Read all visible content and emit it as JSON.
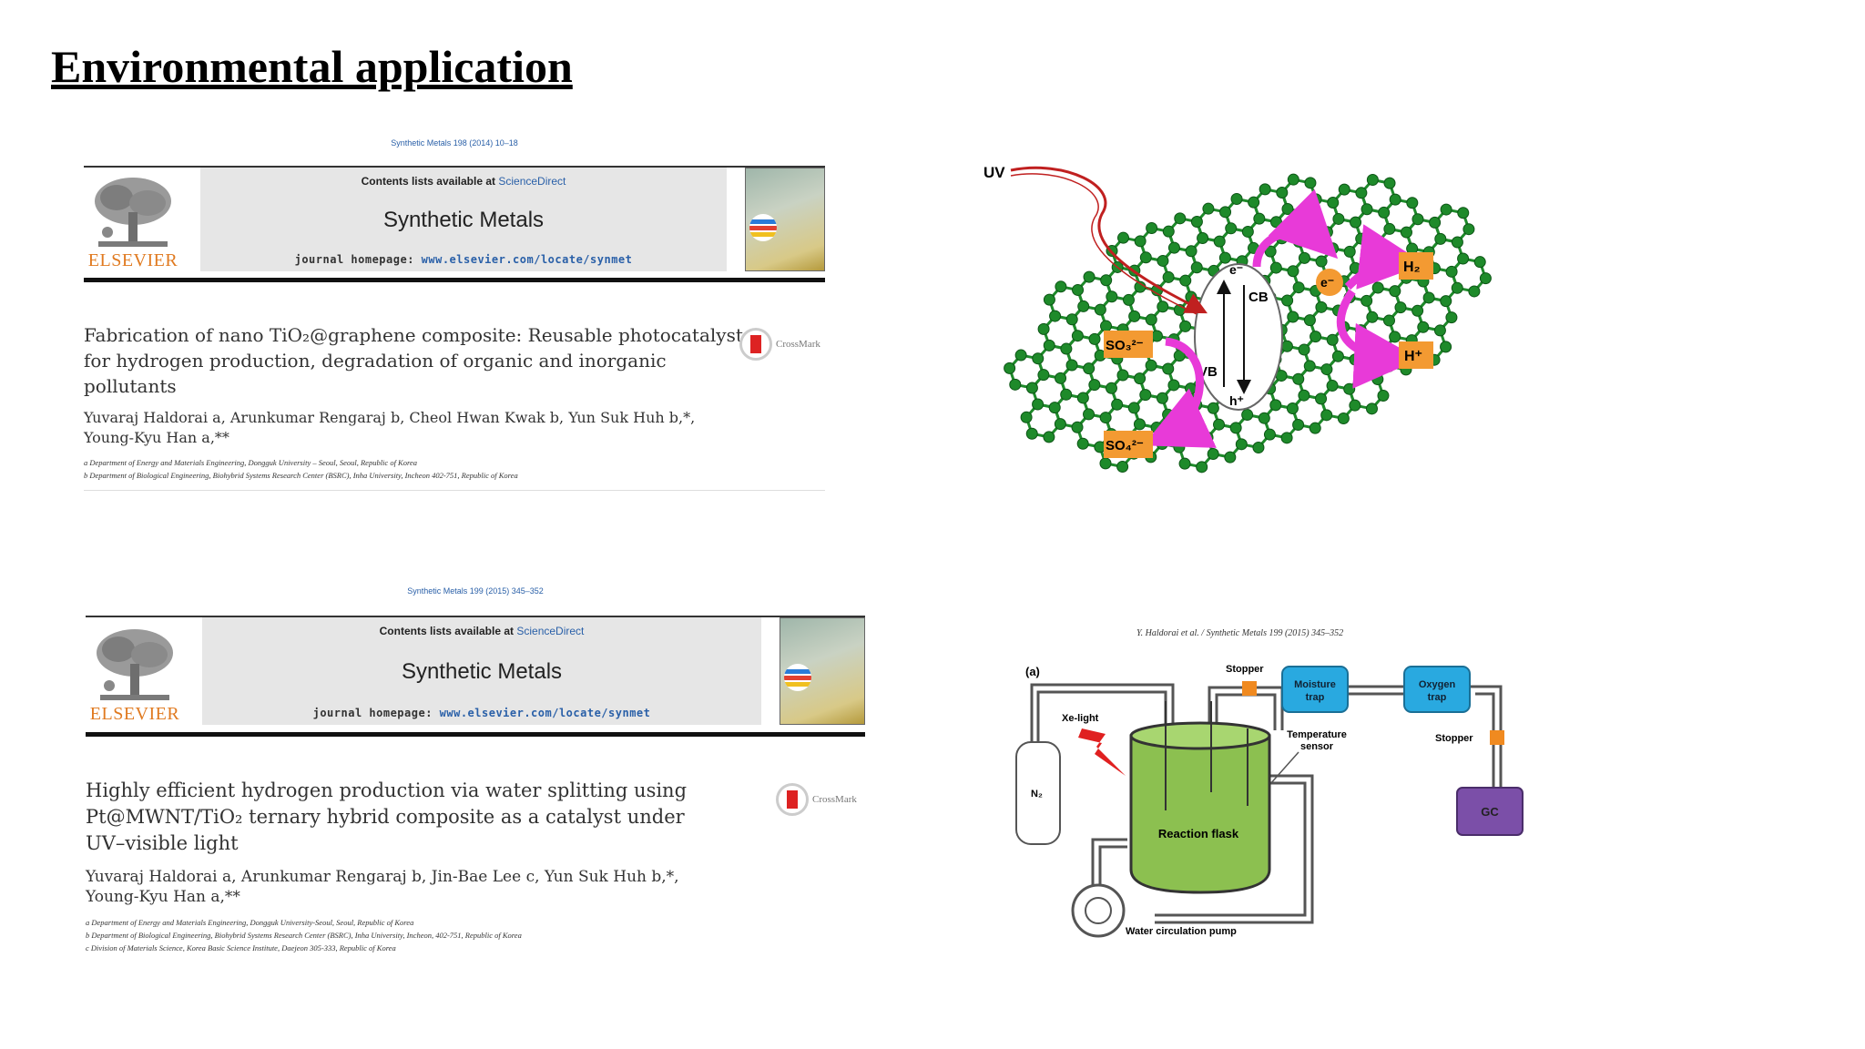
{
  "slide": {
    "title": "Environmental application"
  },
  "paper1": {
    "citation": "Synthetic Metals 198 (2014) 10–18",
    "contents_prefix": "Contents lists available at ",
    "contents_link": "ScienceDirect",
    "journal": "Synthetic Metals",
    "homepage_prefix": "journal homepage: ",
    "homepage_url": "www.elsevier.com/locate/synmet",
    "publisher": "ELSEVIER",
    "crossmark": "CrossMark",
    "title_lines": [
      "Fabrication of nano TiO₂@graphene composite: Reusable photocatalyst",
      "for hydrogen production, degradation of organic and inorganic",
      "pollutants"
    ],
    "authors_line1": "Yuvaraj Haldorai a, Arunkumar Rengaraj b, Cheol Hwan Kwak b, Yun Suk Huh b,*,",
    "authors_line2": "Young-Kyu Han a,**",
    "affiliations": [
      "a Department of Energy and Materials Engineering, Dongguk University – Seoul, Seoul, Republic of Korea",
      "b Department of Biological Engineering, Biohybrid Systems Research Center (BSRC), Inha University, Incheon 402-751, Republic of Korea"
    ]
  },
  "paper2": {
    "citation": "Synthetic Metals 199 (2015) 345–352",
    "contents_prefix": "Contents lists available at ",
    "contents_link": "ScienceDirect",
    "journal": "Synthetic Metals",
    "homepage_prefix": "journal homepage: ",
    "homepage_url": "www.elsevier.com/locate/synmet",
    "publisher": "ELSEVIER",
    "crossmark": "CrossMark",
    "title_lines": [
      "Highly efficient hydrogen production via water splitting using",
      "Pt@MWNT/TiO₂ ternary hybrid composite as a catalyst under",
      "UV–visible light"
    ],
    "authors_line1": "Yuvaraj Haldorai a, Arunkumar Rengaraj b, Jin-Bae Lee c, Yun Suk Huh b,*,",
    "authors_line2": "Young-Kyu Han a,**",
    "affiliations": [
      "a Department of Energy and Materials Engineering, Dongguk University-Seoul, Seoul, Republic of Korea",
      "b Department of Biological Engineering, Biohybrid Systems Research Center (BSRC), Inha University, Incheon, 402-751, Republic of Korea",
      "c Division of Materials Science, Korea Basic Science Institute, Daejeon 305-333, Republic of Korea"
    ]
  },
  "figure1": {
    "uv": "UV",
    "cb": "CB",
    "vb": "VB",
    "electron": "e⁻",
    "hole": "h⁺",
    "e_free": "e⁻",
    "h2": "H₂",
    "hplus": "H⁺",
    "so3": "SO₃²⁻",
    "so4": "SO₄²⁻",
    "colors": {
      "graphene": "#1e8a2a",
      "arrow": "#e83ad8",
      "box": "#f39a32",
      "uv": "#c02020"
    }
  },
  "figure2": {
    "caption": "Y. Haldorai et al. / Synthetic Metals 199 (2015) 345–352",
    "panel": "(a)",
    "stopper1": "Stopper",
    "moisture_line1": "Moisture",
    "moisture_line2": "trap",
    "oxygen_line1": "Oxygen",
    "oxygen_line2": "trap",
    "stopper2": "Stopper",
    "xe": "Xe-light",
    "temp_line1": "Temperature",
    "temp_line2": "sensor",
    "n2": "N₂",
    "flask": "Reaction flask",
    "gc": "GC",
    "pump": "Water circulation pump",
    "colors": {
      "trap": "#29a9e0",
      "gc": "#7b4fa8",
      "flask": "#8cc050",
      "light": "#e02020",
      "stopper": "#f08a20"
    }
  }
}
